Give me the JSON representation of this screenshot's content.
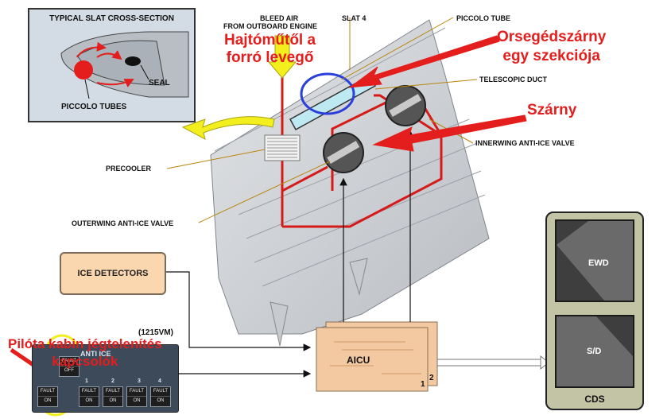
{
  "labels": {
    "inset_title": "TYPICAL SLAT CROSS-SECTION",
    "seal": "SEAL",
    "piccolo_tubes": "PICCOLO TUBES",
    "bleed_air": "BLEED AIR",
    "from_outboard": "FROM OUTBOARD ENGINE",
    "slat4": "SLAT 4",
    "piccolo_tube": "PICCOLO TUBE",
    "telescopic_duct": "TELESCOPIC DUCT",
    "innerwing_valve": "INNERWING ANTI-ICE VALVE",
    "precooler": "PRECOOLER",
    "outerwing_valve": "OUTERWING ANTI-ICE VALVE",
    "ice_detectors": "ICE DETECTORS",
    "vm": "(1215VM)",
    "anti_ice": "ANTI ICE",
    "aicu": "AICU",
    "aicu_n1": "1",
    "aicu_n2": "2",
    "cds": "CDS",
    "ewd": "EWD",
    "sd": "S/D"
  },
  "annotations": {
    "hot_air": "Hajtóműtől a\nforró levegő",
    "slat_section": "Orsegédszárny\negy szekciója",
    "wing": "Szárny",
    "pilot_switches": "Pilóta kabin jégtelenítés\nkapcsolók"
  },
  "panel": {
    "buttons": [
      {
        "top": "FAULT",
        "bottom": "OFF",
        "num": ""
      },
      {
        "top": "FAULT",
        "bottom": "ON",
        "num": "1"
      },
      {
        "top": "FAULT",
        "bottom": "ON",
        "num": "2"
      },
      {
        "top": "FAULT",
        "bottom": "ON",
        "num": "3"
      },
      {
        "top": "FAULT",
        "bottom": "ON",
        "num": "4"
      },
      {
        "top": "FAULT",
        "bottom": "ON",
        "num": ""
      }
    ]
  },
  "colors": {
    "red": "#e41d1d",
    "duct_red": "#d61a1a",
    "wing": "#cfd2d6",
    "slat_glass": "#bfe9f2",
    "aicu_fill": "#f2c9a0",
    "ice_box": "#fbd7b0",
    "yellow": "#f3ee1d",
    "blue": "#2b3fdc"
  }
}
